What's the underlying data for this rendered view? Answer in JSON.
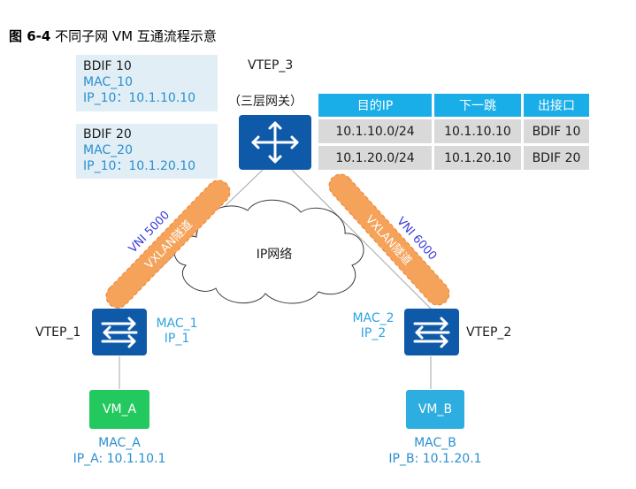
{
  "caption": {
    "fig_no": "图 6-4",
    "title": "不同子网 VM 互通流程示意"
  },
  "bdif10": {
    "name": "BDIF 10",
    "mac": "MAC_10",
    "ip": "IP_10：10.1.10.10"
  },
  "bdif20": {
    "name": "BDIF 20",
    "mac": "MAC_20",
    "ip": "IP_10：10.1.20.10"
  },
  "vtep3": {
    "name": "VTEP_3",
    "note": "（三层网关）"
  },
  "route_table": {
    "headers": [
      "目的IP",
      "下一跳",
      "出接口"
    ],
    "rows": [
      [
        "10.1.10.0/24",
        "10.1.10.10",
        "BDIF 10"
      ],
      [
        "10.1.20.0/24",
        "10.1.20.10",
        "BDIF 20"
      ]
    ]
  },
  "network": {
    "label": "IP网络"
  },
  "tunnel_left": {
    "vni": "VNI 5000",
    "label": "VXLAN隧道"
  },
  "tunnel_right": {
    "vni": "VNI 6000",
    "label": "VXLAN隧道"
  },
  "vtep1": {
    "name": "VTEP_1",
    "mac": "MAC_1",
    "ip": "IP_1"
  },
  "vtep2": {
    "name": "VTEP_2",
    "mac": "MAC_2",
    "ip": "IP_2"
  },
  "vm_a": {
    "name": "VM_A",
    "mac": "MAC_A",
    "ip": "IP_A: 10.1.10.1"
  },
  "vm_b": {
    "name": "VM_B",
    "mac": "MAC_B",
    "ip": "IP_B: 10.1.20.1"
  },
  "colors": {
    "switch": "#0f5aa8",
    "header": "#1aaee8",
    "tunnel": "#f5a25a",
    "vm_a": "#23c95f",
    "vm_b": "#2eaee0",
    "vni_text": "#3a3ad8"
  }
}
